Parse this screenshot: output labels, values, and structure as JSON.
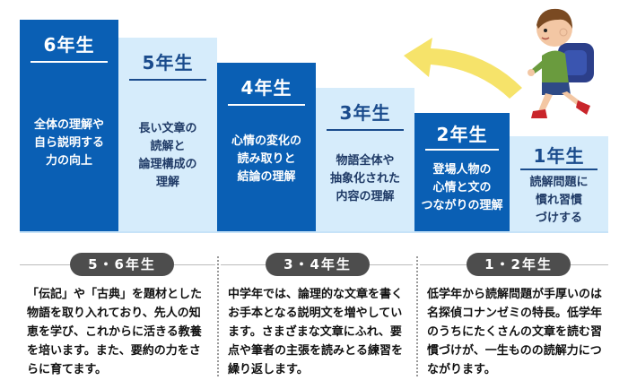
{
  "grades": {
    "g6": {
      "title": "6年生",
      "desc": [
        "全体の理解や",
        "自ら説明する",
        "力の向上"
      ]
    },
    "g5": {
      "title": "5年生",
      "desc": [
        "長い文章の",
        "読解と",
        "論理構成の",
        "理解"
      ]
    },
    "g4": {
      "title": "4年生",
      "desc": [
        "心情の変化の",
        "読み取りと",
        "結論の理解"
      ]
    },
    "g3": {
      "title": "3年生",
      "desc": [
        "物語全体や",
        "抽象化された",
        "内容の理解"
      ]
    },
    "g2": {
      "title": "2年生",
      "desc": [
        "登場人物の",
        "心情と文の",
        "つながりの理解"
      ]
    },
    "g1": {
      "title": "1年生",
      "desc": [
        "読解問題に",
        "慣れ習慣",
        "づけする"
      ]
    }
  },
  "sections": {
    "upper": {
      "label": "5・6年生",
      "text": "「伝記」や「古典」を題材とした物語を取り入れており、先人の知恵を学び、これからに活きる教養を培います。また、要約の力をさらに育てます。"
    },
    "middle": {
      "label": "3・4年生",
      "text": "中学年では、論理的な文章を書くお手本となる説明文を増やしています。さまざまな文章にふれ、要点や筆者の主張を読みとる練習を繰り返します。"
    },
    "lower": {
      "label": "1・2年生",
      "text": "低学年から読解問題が手厚いのは名探偵コナンゼミの特長。低学年のうちにたくさんの文章を読む習慣づけが、一生ものの読解力につながります。"
    }
  },
  "colors": {
    "dark_blue": "#0a5fb4",
    "light_blue": "#d6ecfb",
    "arrow_yellow": "#f6e36a",
    "pill_gray": "#4d4d4d"
  },
  "icons": [
    "arrow-up-left-icon",
    "running-child-illustration"
  ]
}
